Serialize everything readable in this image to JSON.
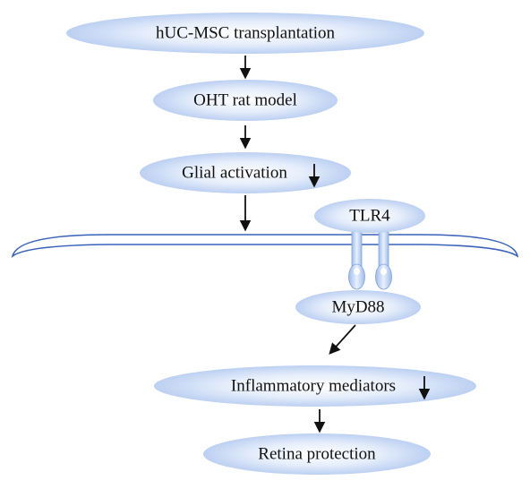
{
  "nodes": {
    "transplantation": "hUC-MSC transplantation",
    "model": "OHT rat model",
    "glial": "Glial activation",
    "tlr4": "TLR4",
    "myd88": "MyD88",
    "inflammatory": "Inflammatory mediators",
    "retina": "Retina protection"
  },
  "indicators": {
    "glial_change": "decrease",
    "inflammatory_change": "decrease"
  },
  "colors": {
    "node_fill_center": "#ffffff",
    "node_fill_edge": "#bcd0f2",
    "membrane_stroke": "#3a63b8",
    "receptor_fill": "#b4cdf0",
    "arrow": "#111111"
  }
}
